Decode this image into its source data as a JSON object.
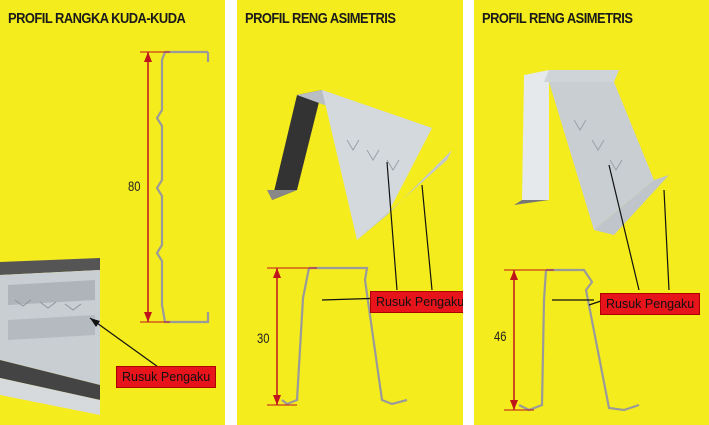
{
  "panels": [
    {
      "title": "PROFIL RANGKA KUDA-KUDA",
      "dimension": "80",
      "callout": "Rusuk Pengaku"
    },
    {
      "title": "PROFIL RENG ASIMETRIS",
      "dimension": "30",
      "callout": "Rusuk Pengaku"
    },
    {
      "title": "PROFIL RENG ASIMETRIS",
      "dimension": "46",
      "callout": "Rusuk Pengaku"
    }
  ],
  "colors": {
    "background": "#f4ec1c",
    "dimension_line": "#c0141c",
    "callout": "#e8141c"
  }
}
